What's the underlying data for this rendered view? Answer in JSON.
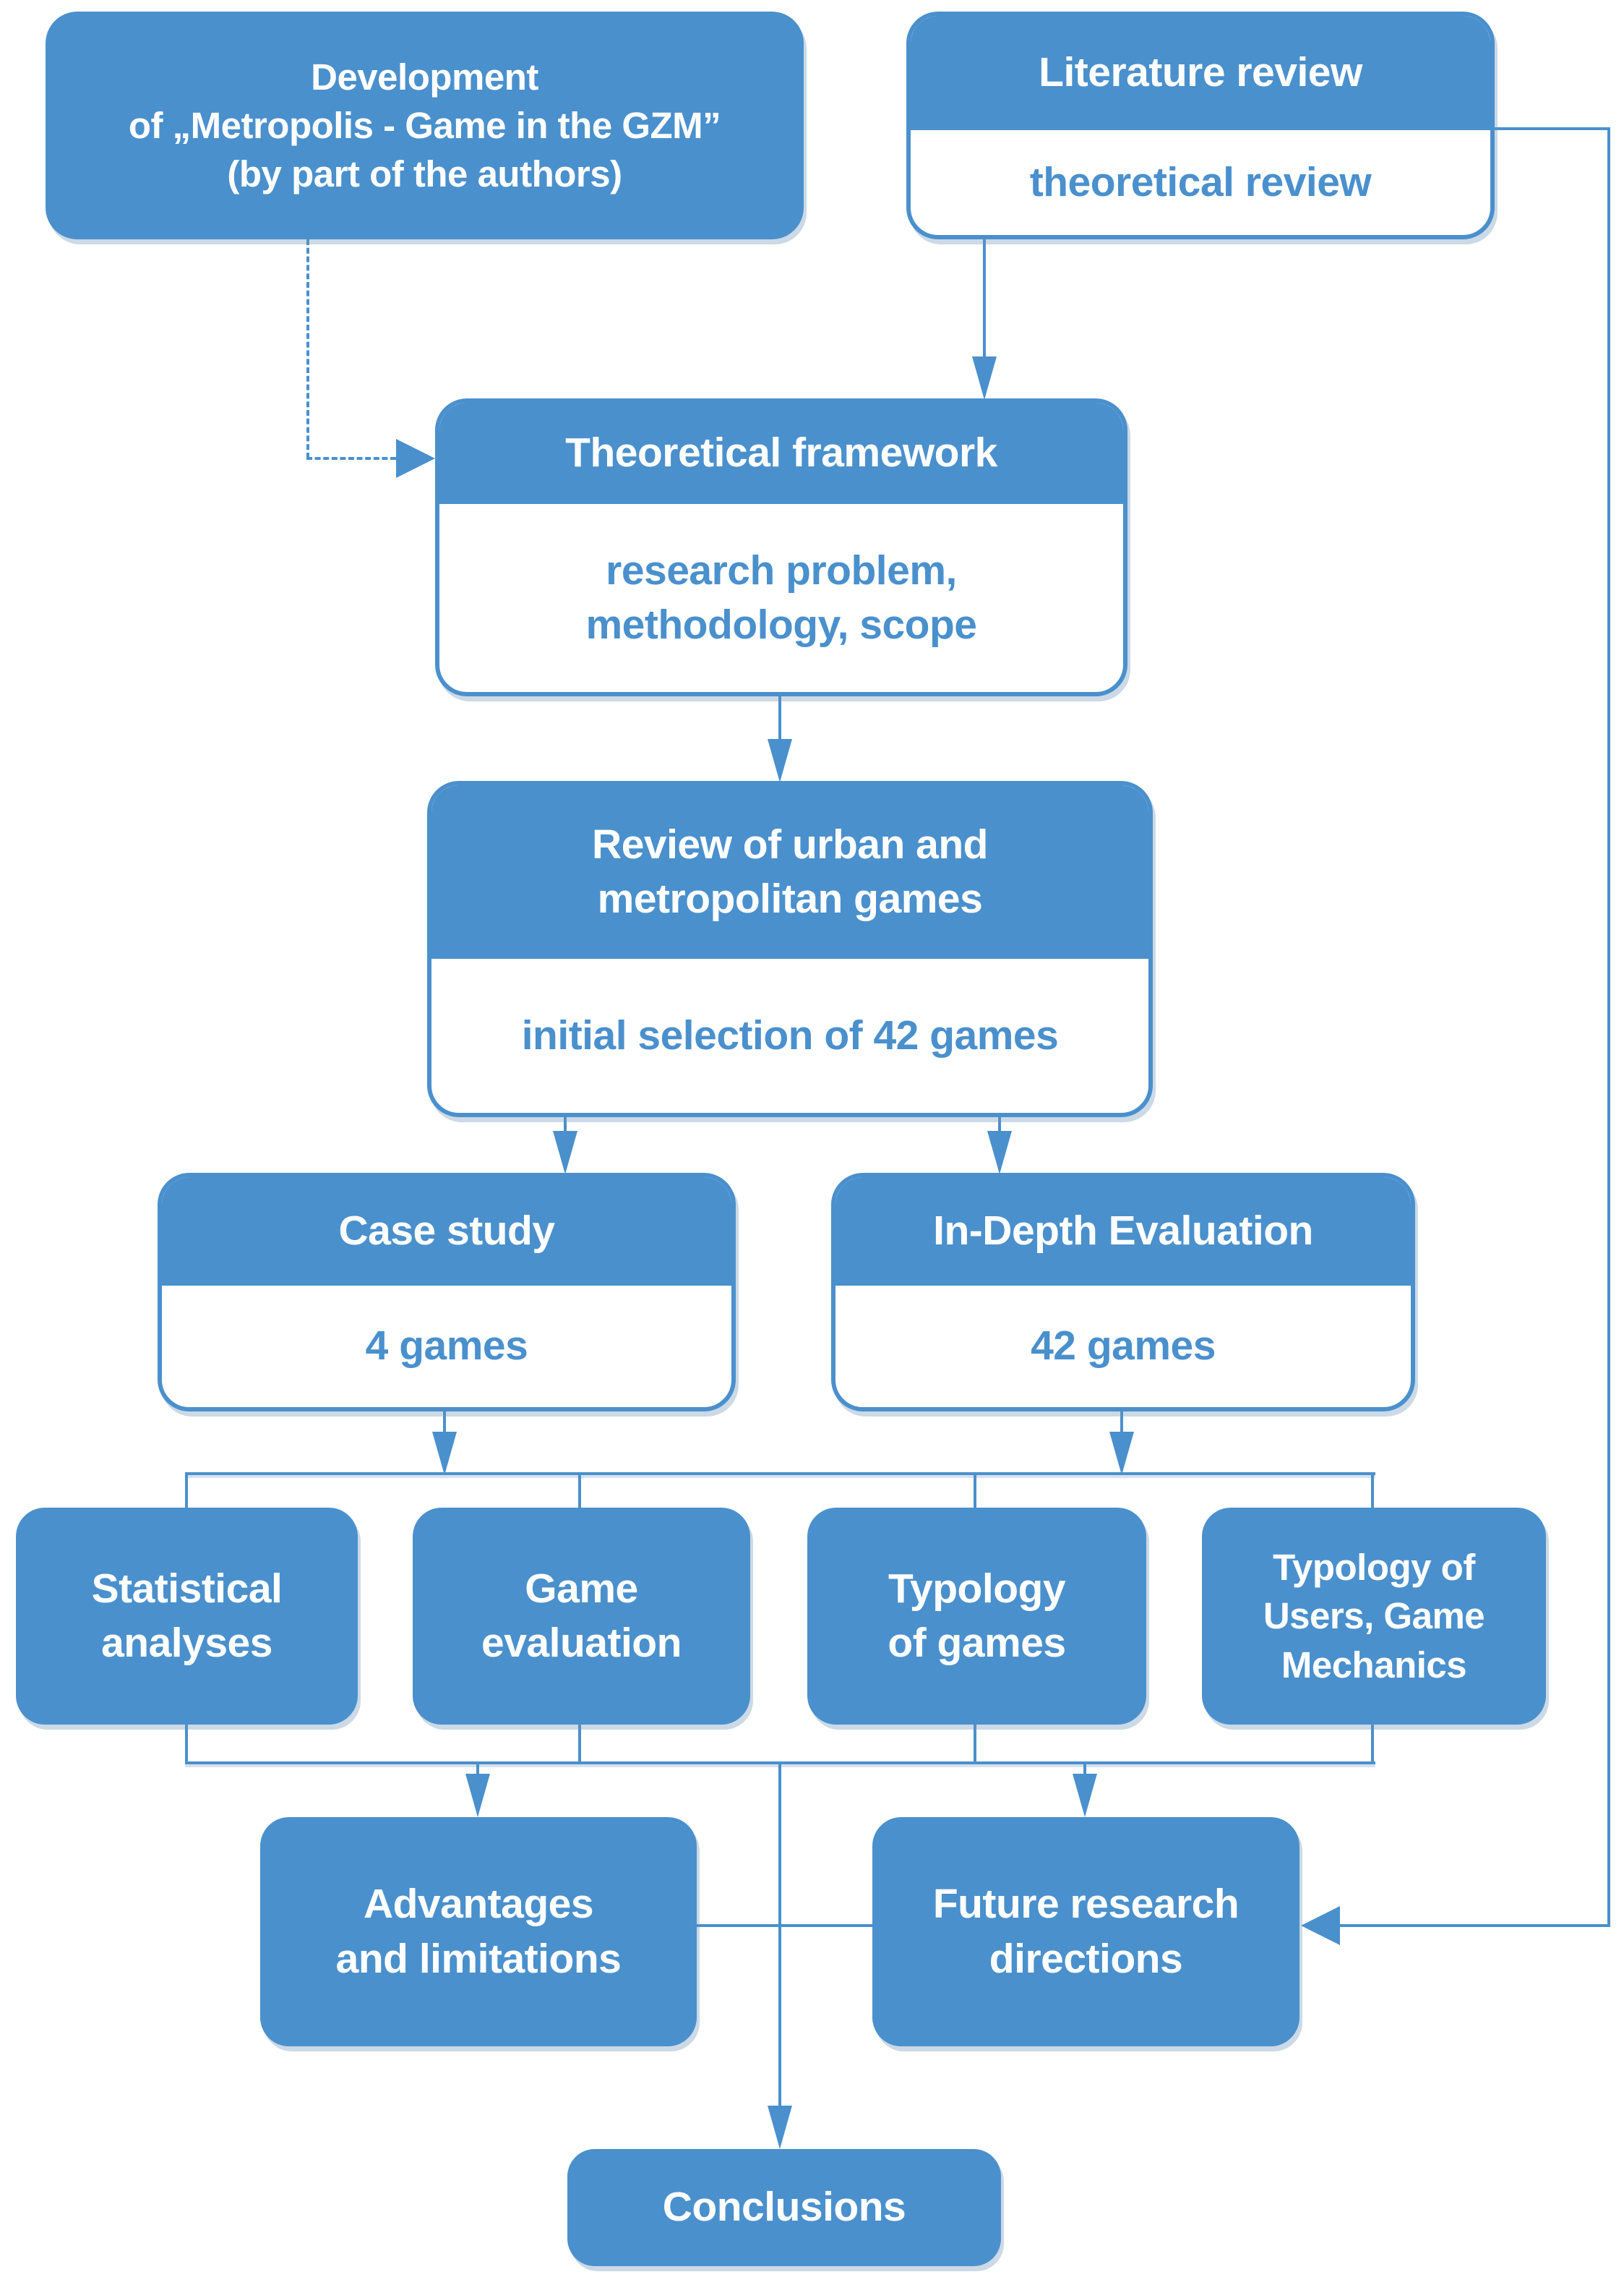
{
  "title": "Research methodology flowchart",
  "colors": {
    "primary": "#4a90cd",
    "background": "#ffffff",
    "text_on_blue": "#ffffff"
  },
  "nodes": {
    "development": {
      "label": "Development\nof „Metropolis - Game in the GZM”\n(by part of the authors)"
    },
    "literature": {
      "head": "Literature review",
      "body": "theoretical review"
    },
    "theoretical": {
      "head": "Theoretical framework",
      "body": "research problem,\nmethodology, scope"
    },
    "review": {
      "head": "Review of urban and\nmetropolitan games",
      "body": "initial selection of 42 games"
    },
    "case_study": {
      "head": "Case study",
      "body": "4 games"
    },
    "in_depth": {
      "head": "In-Depth Evaluation",
      "body": "42 games"
    },
    "statistical": {
      "label": "Statistical\nanalyses"
    },
    "game_evaluation": {
      "label": "Game\nevaluation"
    },
    "typology_games": {
      "label": "Typology\nof games"
    },
    "typology_users": {
      "label": "Typology of\nUsers, Game\nMechanics"
    },
    "advantages": {
      "label": "Advantages\nand limitations"
    },
    "future": {
      "label": "Future research\ndirections"
    },
    "conclusions": {
      "label": "Conclusions"
    }
  }
}
